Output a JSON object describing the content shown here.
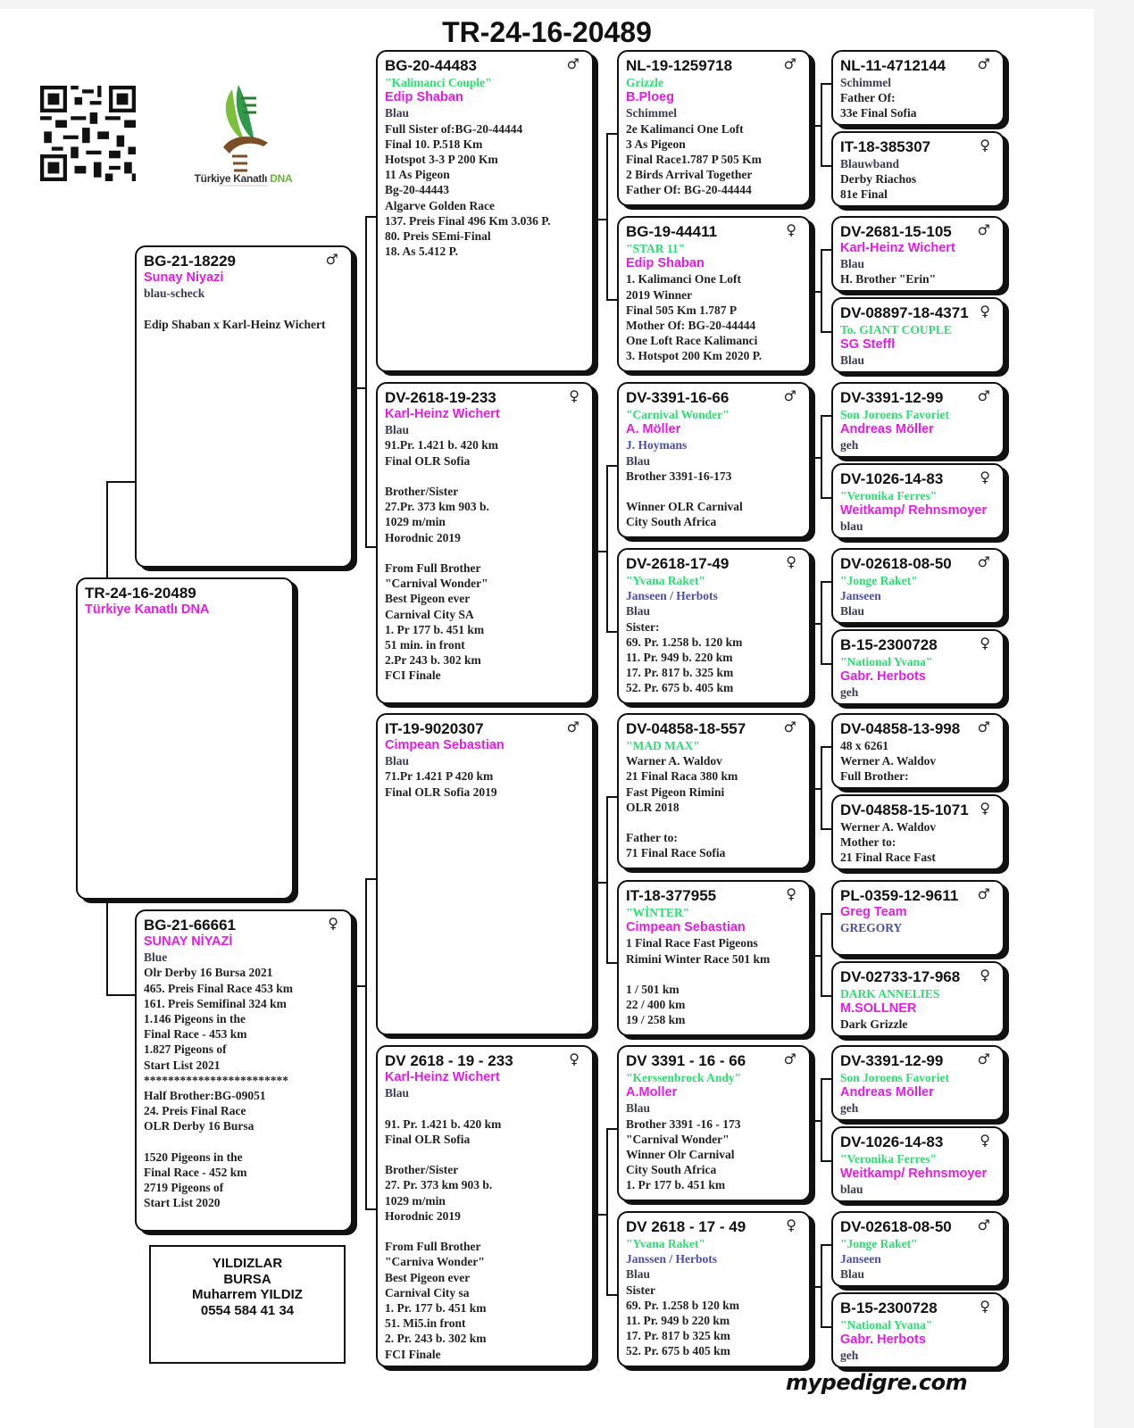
{
  "title": "TR-24-16-20489",
  "logo": {
    "text_main": "Türkiye Kanatlı ",
    "text_accent": "DNA"
  },
  "colors": {
    "green": "#2fdc72",
    "magenta": "#e21ee2",
    "blue": "#4a4fa0",
    "text": "#222222"
  },
  "contact": {
    "line1": "YILDIZLAR",
    "line2": "BURSA",
    "line3": "Muharrem YILDIZ",
    "line4": "0554 584 41 34"
  },
  "footer": "mypedigre.com",
  "gen0": [
    {
      "id": "TR-24-16-20489",
      "sex": "",
      "lines": [
        {
          "t": "Türkiye Kanatlı DNA",
          "s": "magenta"
        }
      ]
    }
  ],
  "gen1": [
    {
      "id": "BG-21-18229",
      "sex": "♂",
      "lines": [
        {
          "t": "Sunay Niyazi",
          "s": "magenta"
        },
        {
          "t": "blau-scheck",
          "s": "color"
        },
        {
          "t": "",
          "s": ""
        },
        {
          "t": "Edip Shaban x Karl-Heinz Wichert",
          "s": ""
        }
      ]
    },
    {
      "id": "BG-21-66661",
      "sex": "♀",
      "lines": [
        {
          "t": "SUNAY NİYAZİ",
          "s": "magenta"
        },
        {
          "t": "Blue",
          "s": "color"
        },
        {
          "t": "Olr Derby 16 Bursa 2021",
          "s": ""
        },
        {
          "t": "465. Preis Final Race 453 km",
          "s": ""
        },
        {
          "t": "161. Preis Semifinal 324 km",
          "s": ""
        },
        {
          "t": "1.146 Pigeons in the",
          "s": ""
        },
        {
          "t": "Final Race - 453 km",
          "s": ""
        },
        {
          "t": "1.827 Pigeons of",
          "s": ""
        },
        {
          "t": "Start List 2021",
          "s": ""
        },
        {
          "t": "************************",
          "s": ""
        },
        {
          "t": "Half Brother:BG-09051",
          "s": ""
        },
        {
          "t": "24. Preis Final Race",
          "s": ""
        },
        {
          "t": "OLR Derby 16 Bursa",
          "s": ""
        },
        {
          "t": "",
          "s": ""
        },
        {
          "t": "1520 Pigeons in the",
          "s": ""
        },
        {
          "t": "Final Race - 452 km",
          "s": ""
        },
        {
          "t": "2719 Pigeons of",
          "s": ""
        },
        {
          "t": "Start List 2020",
          "s": ""
        }
      ]
    }
  ],
  "gen2": [
    {
      "id": "BG-20-44483",
      "sex": "♂",
      "lines": [
        {
          "t": "\"Kalimanci Couple\"",
          "s": "green"
        },
        {
          "t": "Edip Shaban",
          "s": "magenta"
        },
        {
          "t": "Blau",
          "s": "color"
        },
        {
          "t": "Full Sister of:BG-20-44444",
          "s": ""
        },
        {
          "t": "Final 10. P.518 Km",
          "s": ""
        },
        {
          "t": "Hotspot 3-3 P 200 Km",
          "s": ""
        },
        {
          "t": "11 As Pigeon",
          "s": ""
        },
        {
          "t": "Bg-20-44443",
          "s": ""
        },
        {
          "t": "Algarve Golden Race",
          "s": ""
        },
        {
          "t": "137. Preis Final 496 Km 3.036 P.",
          "s": ""
        },
        {
          "t": "80. Preis SEmi-Final",
          "s": ""
        },
        {
          "t": "18. As 5.412 P.",
          "s": ""
        }
      ]
    },
    {
      "id": "DV-2618-19-233",
      "sex": "♀",
      "lines": [
        {
          "t": "Karl-Heinz Wichert",
          "s": "magenta"
        },
        {
          "t": "Blau",
          "s": "color"
        },
        {
          "t": "91.Pr. 1.421 b. 420 km",
          "s": ""
        },
        {
          "t": "Final OLR Sofia",
          "s": ""
        },
        {
          "t": "",
          "s": ""
        },
        {
          "t": "Brother/Sister",
          "s": ""
        },
        {
          "t": "27.Pr. 373 km 903 b.",
          "s": ""
        },
        {
          "t": "1029 m/min",
          "s": ""
        },
        {
          "t": "Horodnic 2019",
          "s": ""
        },
        {
          "t": "",
          "s": ""
        },
        {
          "t": "From Full Brother",
          "s": ""
        },
        {
          "t": "\"Carnival Wonder\"",
          "s": ""
        },
        {
          "t": "Best Pigeon ever",
          "s": ""
        },
        {
          "t": "Carnival City SA",
          "s": ""
        },
        {
          "t": "1. Pr 177 b. 451 km",
          "s": ""
        },
        {
          "t": "51 min. in front",
          "s": ""
        },
        {
          "t": "2.Pr 243 b. 302 km",
          "s": ""
        },
        {
          "t": "FCI Finale",
          "s": ""
        }
      ]
    },
    {
      "id": "IT-19-9020307",
      "sex": "♂",
      "lines": [
        {
          "t": "Cimpean Sebastian",
          "s": "magenta"
        },
        {
          "t": "Blau",
          "s": "color"
        },
        {
          "t": "71.Pr 1.421 P 420 km",
          "s": ""
        },
        {
          "t": "Final OLR Sofia 2019",
          "s": ""
        }
      ]
    },
    {
      "id": "DV 2618 - 19 - 233",
      "sex": "♀",
      "lines": [
        {
          "t": "Karl-Heinz Wichert",
          "s": "magenta"
        },
        {
          "t": "Blau",
          "s": "color"
        },
        {
          "t": "",
          "s": ""
        },
        {
          "t": "91.  Pr.  1.421  b.   420   km",
          "s": ""
        },
        {
          "t": "Final OLR Sofia",
          "s": ""
        },
        {
          "t": "",
          "s": ""
        },
        {
          "t": "Brother/Sister",
          "s": ""
        },
        {
          "t": "27.  Pr.  373   km  903 b.",
          "s": ""
        },
        {
          "t": "1029 m/min",
          "s": ""
        },
        {
          "t": "Horodnic 2019",
          "s": ""
        },
        {
          "t": "",
          "s": ""
        },
        {
          "t": "From Full Brother",
          "s": ""
        },
        {
          "t": "\"Carniva Wonder\"",
          "s": ""
        },
        {
          "t": "Best Pigeon ever",
          "s": ""
        },
        {
          "t": "Carnival City sa",
          "s": ""
        },
        {
          "t": "1.  Pr.  177  b.   451  km",
          "s": ""
        },
        {
          "t": "51.  Mi5.in front",
          "s": ""
        },
        {
          "t": "2.  Pr.   243  b.  302  km",
          "s": ""
        },
        {
          "t": "FCI Finale",
          "s": ""
        }
      ]
    }
  ],
  "gen3": [
    {
      "id": "NL-19-1259718",
      "sex": "♂",
      "lines": [
        {
          "t": "Grizzle",
          "s": "green"
        },
        {
          "t": "B.Ploeg",
          "s": "magenta"
        },
        {
          "t": "Schimmel",
          "s": "color"
        },
        {
          "t": "2e Kalimanci One Loft",
          "s": ""
        },
        {
          "t": "3 As Pigeon",
          "s": ""
        },
        {
          "t": "Final Race1.787 P 505 Km",
          "s": ""
        },
        {
          "t": "2 Birds Arrival Together",
          "s": ""
        },
        {
          "t": "Father Of: BG-20-44444",
          "s": ""
        }
      ]
    },
    {
      "id": "BG-19-44411",
      "sex": "♀",
      "lines": [
        {
          "t": "\"STAR 11\"",
          "s": "green"
        },
        {
          "t": "Edip Shaban",
          "s": "magenta"
        },
        {
          "t": "1. Kalimanci One Loft",
          "s": ""
        },
        {
          "t": "2019 Winner",
          "s": ""
        },
        {
          "t": "Final 505 Km 1.787 P",
          "s": ""
        },
        {
          "t": "Mother Of: BG-20-44444",
          "s": ""
        },
        {
          "t": "One Loft Race Kalimanci",
          "s": ""
        },
        {
          "t": "3. Hotspot 200 Km 2020 P.",
          "s": ""
        }
      ]
    },
    {
      "id": "DV-3391-16-66",
      "sex": "♂",
      "lines": [
        {
          "t": "\"Carnival Wonder\"",
          "s": "green"
        },
        {
          "t": "A. Möller",
          "s": "magenta"
        },
        {
          "t": "J. Hoymans",
          "s": "blue"
        },
        {
          "t": "Blau",
          "s": "color"
        },
        {
          "t": "Brother 3391-16-173",
          "s": ""
        },
        {
          "t": "",
          "s": ""
        },
        {
          "t": "Winner OLR Carnival",
          "s": ""
        },
        {
          "t": "City South Africa",
          "s": ""
        }
      ]
    },
    {
      "id": "DV-2618-17-49",
      "sex": "♀",
      "lines": [
        {
          "t": "\"Yvana Raket\"",
          "s": "green"
        },
        {
          "t": "Janseen / Herbots",
          "s": "blue"
        },
        {
          "t": "Blau",
          "s": "color"
        },
        {
          "t": "Sister:",
          "s": ""
        },
        {
          "t": "69. Pr. 1.258 b. 120 km",
          "s": ""
        },
        {
          "t": "11. Pr. 949 b. 220 km",
          "s": ""
        },
        {
          "t": "17. Pr. 817 b. 325 km",
          "s": ""
        },
        {
          "t": "52. Pr. 675 b. 405 km",
          "s": ""
        }
      ]
    },
    {
      "id": "DV-04858-18-557",
      "sex": "♂",
      "lines": [
        {
          "t": "\"MAD MAX\"",
          "s": "green"
        },
        {
          "t": "Warner A. Waldov",
          "s": ""
        },
        {
          "t": "21 Final Raca 380 km",
          "s": ""
        },
        {
          "t": "Fast Pigeon Rimini",
          "s": ""
        },
        {
          "t": "OLR 2018",
          "s": ""
        },
        {
          "t": "",
          "s": ""
        },
        {
          "t": "Father to:",
          "s": ""
        },
        {
          "t": "71 Final Race Sofia",
          "s": ""
        }
      ]
    },
    {
      "id": "IT-18-377955",
      "sex": "♀",
      "lines": [
        {
          "t": "\"WİNTER\"",
          "s": "green"
        },
        {
          "t": "Cimpean Sebastian",
          "s": "magenta"
        },
        {
          "t": "1 Final Race Fast Pigeons",
          "s": ""
        },
        {
          "t": "Rimini Winter Race 501 km",
          "s": ""
        },
        {
          "t": "",
          "s": ""
        },
        {
          "t": "1 / 501 km",
          "s": ""
        },
        {
          "t": "22 / 400 km",
          "s": ""
        },
        {
          "t": "19 / 258 km",
          "s": ""
        }
      ]
    },
    {
      "id": "DV 3391 - 16 - 66",
      "sex": "♂",
      "lines": [
        {
          "t": "\"Kerssenbrock Andy\"",
          "s": "green"
        },
        {
          "t": "A.Moller",
          "s": "magenta"
        },
        {
          "t": "Blau",
          "s": "color"
        },
        {
          "t": "Brother 3391 -16 - 173",
          "s": ""
        },
        {
          "t": "\"Carnival Wonder\"",
          "s": ""
        },
        {
          "t": "Winner Olr Carnival",
          "s": ""
        },
        {
          "t": "City South Africa",
          "s": ""
        },
        {
          "t": "1.  Pr   177  b.   451   km",
          "s": ""
        }
      ]
    },
    {
      "id": "DV 2618 - 17 - 49",
      "sex": "♀",
      "lines": [
        {
          "t": "\"Yvana Raket\"",
          "s": "green"
        },
        {
          "t": "Janssen / Herbots",
          "s": "blue"
        },
        {
          "t": "Blau",
          "s": "color"
        },
        {
          "t": "Sister",
          "s": ""
        },
        {
          "t": "69. Pr.   1.258 b  120  km",
          "s": ""
        },
        {
          "t": "11. Pr.   949 b     220  km",
          "s": ""
        },
        {
          "t": "17. Pr.   817 b     325  km",
          "s": ""
        },
        {
          "t": "52. Pr.   675 b     405  km",
          "s": ""
        }
      ]
    }
  ],
  "gen4": [
    {
      "id": "NL-11-4712144",
      "sex": "♂",
      "lines": [
        {
          "t": "Schimmel",
          "s": "color"
        },
        {
          "t": "Father Of:",
          "s": ""
        },
        {
          "t": "33e Final Sofia",
          "s": ""
        }
      ]
    },
    {
      "id": "IT-18-385307",
      "sex": "♀",
      "lines": [
        {
          "t": "Blauwband",
          "s": "color"
        },
        {
          "t": "Derby Riachos",
          "s": ""
        },
        {
          "t": "81e Final",
          "s": ""
        }
      ]
    },
    {
      "id": "DV-2681-15-105",
      "sex": "♂",
      "lines": [
        {
          "t": "Karl-Heinz Wichert",
          "s": "magenta"
        },
        {
          "t": "Blau",
          "s": "color"
        },
        {
          "t": "H. Brother \"Erin\"",
          "s": ""
        }
      ]
    },
    {
      "id": "DV-08897-18-4371",
      "sex": "♀",
      "lines": [
        {
          "t": "To. GIANT COUPLE",
          "s": "green"
        },
        {
          "t": "SG Steffl",
          "s": "magenta"
        },
        {
          "t": "Blau",
          "s": "color"
        }
      ]
    },
    {
      "id": "DV-3391-12-99",
      "sex": "♂",
      "lines": [
        {
          "t": "Son Joroens Favoriet",
          "s": "green"
        },
        {
          "t": "Andreas Möller",
          "s": "magenta"
        },
        {
          "t": "geh",
          "s": "color"
        }
      ]
    },
    {
      "id": "DV-1026-14-83",
      "sex": "♀",
      "lines": [
        {
          "t": "\"Veronika Ferres\"",
          "s": "green"
        },
        {
          "t": "Weitkamp/ Rehnsmoyer",
          "s": "magenta"
        },
        {
          "t": "blau",
          "s": "color"
        }
      ]
    },
    {
      "id": "DV-02618-08-50",
      "sex": "♂",
      "lines": [
        {
          "t": "\"Jonge Raket\"",
          "s": "green"
        },
        {
          "t": "Janseen",
          "s": "blue"
        },
        {
          "t": "Blau",
          "s": "color"
        }
      ]
    },
    {
      "id": "B-15-2300728",
      "sex": "♀",
      "lines": [
        {
          "t": "\"National Yvana\"",
          "s": "green"
        },
        {
          "t": "Gabr. Herbots",
          "s": "magenta"
        },
        {
          "t": "geh",
          "s": "color"
        }
      ]
    },
    {
      "id": "DV-04858-13-998",
      "sex": "♂",
      "lines": [
        {
          "t": "48 x 6261",
          "s": ""
        },
        {
          "t": "Werner A. Waldov",
          "s": ""
        },
        {
          "t": "Full Brother:",
          "s": ""
        }
      ]
    },
    {
      "id": "DV-04858-15-1071",
      "sex": "♀",
      "lines": [
        {
          "t": "Werner A. Waldov",
          "s": ""
        },
        {
          "t": "Mother to:",
          "s": ""
        },
        {
          "t": "21 Final Race Fast",
          "s": ""
        }
      ]
    },
    {
      "id": "PL-0359-12-9611",
      "sex": "♂",
      "lines": [
        {
          "t": "Greg Team",
          "s": "magenta"
        },
        {
          "t": "GREGORY",
          "s": "blue"
        }
      ]
    },
    {
      "id": "DV-02733-17-968",
      "sex": "♀",
      "lines": [
        {
          "t": "DARK ANNELIES",
          "s": "green"
        },
        {
          "t": "M.SOLLNER",
          "s": "magenta"
        },
        {
          "t": "Dark Grizzle",
          "s": ""
        }
      ]
    },
    {
      "id": "DV-3391-12-99",
      "sex": "♂",
      "lines": [
        {
          "t": "Son Joroens Favoriet",
          "s": "green"
        },
        {
          "t": "Andreas Möller",
          "s": "magenta"
        },
        {
          "t": "geh",
          "s": "color"
        }
      ]
    },
    {
      "id": "DV-1026-14-83",
      "sex": "♀",
      "lines": [
        {
          "t": "\"Veronika Ferres\"",
          "s": "green"
        },
        {
          "t": "Weitkamp/ Rehnsmoyer",
          "s": "magenta"
        },
        {
          "t": "blau",
          "s": "color"
        }
      ]
    },
    {
      "id": "DV-02618-08-50",
      "sex": "♂",
      "lines": [
        {
          "t": "\"Jonge Raket\"",
          "s": "green"
        },
        {
          "t": "Janseen",
          "s": "blue"
        },
        {
          "t": "Blau",
          "s": "color"
        }
      ]
    },
    {
      "id": "B-15-2300728",
      "sex": "♀",
      "lines": [
        {
          "t": "\"National Yvana\"",
          "s": "green"
        },
        {
          "t": "Gabr. Herbots",
          "s": "magenta"
        },
        {
          "t": "geh",
          "s": "color"
        }
      ]
    }
  ]
}
